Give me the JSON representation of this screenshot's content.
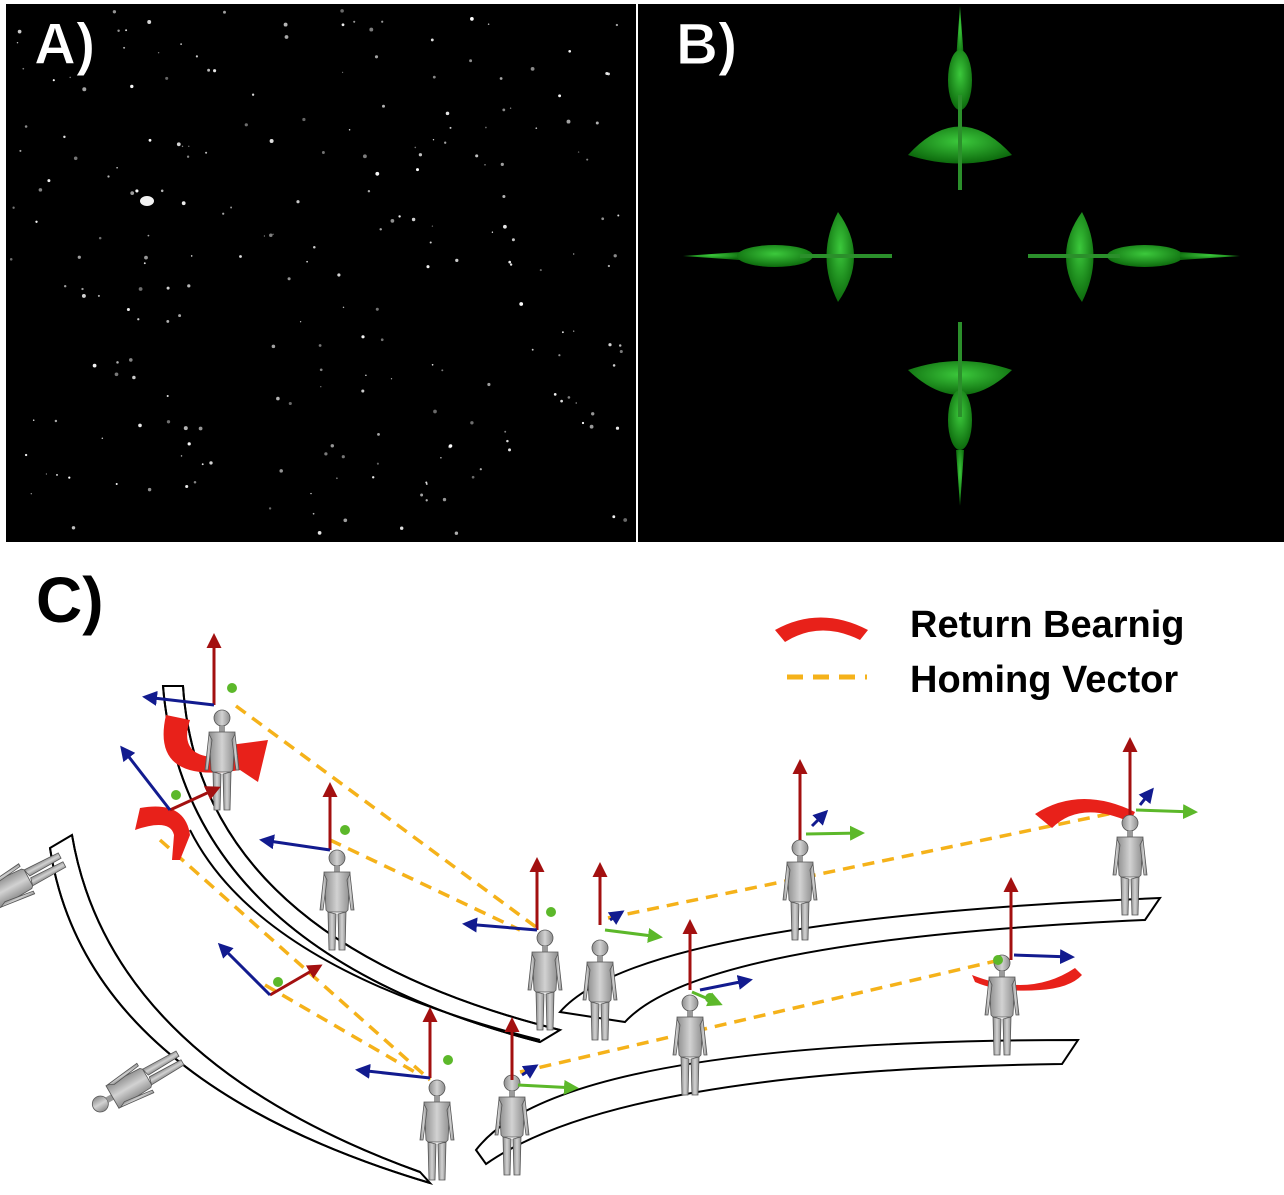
{
  "panels": {
    "a": {
      "label": "A)"
    },
    "b": {
      "label": "B)"
    },
    "c": {
      "label": "C)"
    }
  },
  "legend": {
    "return_bearing": "Return Bearnig",
    "homing_vector": "Homing Vector"
  },
  "colors": {
    "background_dark": "#000000",
    "star": "#ffffff",
    "target_green": "#1f9e1f",
    "return_bearing_red": "#e8211a",
    "homing_vector_yellow": "#f5b21a",
    "axis_red": "#a31010",
    "axis_blue": "#121b8f",
    "axis_green": "#5cb82a",
    "body_grey": "#b5b5b5"
  }
}
